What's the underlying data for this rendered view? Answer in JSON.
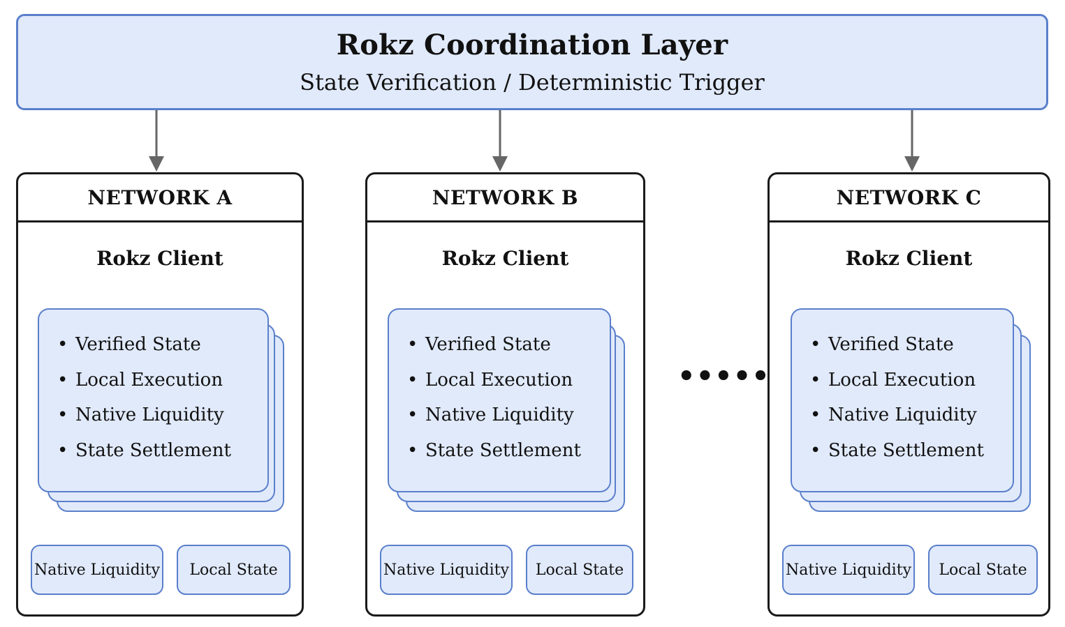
{
  "coordination_layer": {
    "title": "Rokz Coordination Layer",
    "subtitle": "State Verification / Deterministic Trigger"
  },
  "networks": [
    {
      "name": "NETWORK A",
      "client": "Rokz Client",
      "features": [
        "Verified State",
        "Local Execution",
        "Native Liquidity",
        "State Settlement"
      ],
      "pills": [
        "Native Liquidity",
        "Local State"
      ]
    },
    {
      "name": "NETWORK B",
      "client": "Rokz Client",
      "features": [
        "Verified State",
        "Local Execution",
        "Native Liquidity",
        "State Settlement"
      ],
      "pills": [
        "Native Liquidity",
        "Local State"
      ]
    },
    {
      "name": "NETWORK C",
      "client": "Rokz Client",
      "features": [
        "Verified State",
        "Local Execution",
        "Native Liquidity",
        "State Settlement"
      ],
      "pills": [
        "Native Liquidity",
        "Local State"
      ]
    }
  ],
  "ellipsis": "•••••",
  "bullet_glyph": "•",
  "colors": {
    "box_fill": "#e1eafb",
    "box_border": "#5a7fcb",
    "arrow": "#666666",
    "network_border": "#1a1a1a"
  }
}
